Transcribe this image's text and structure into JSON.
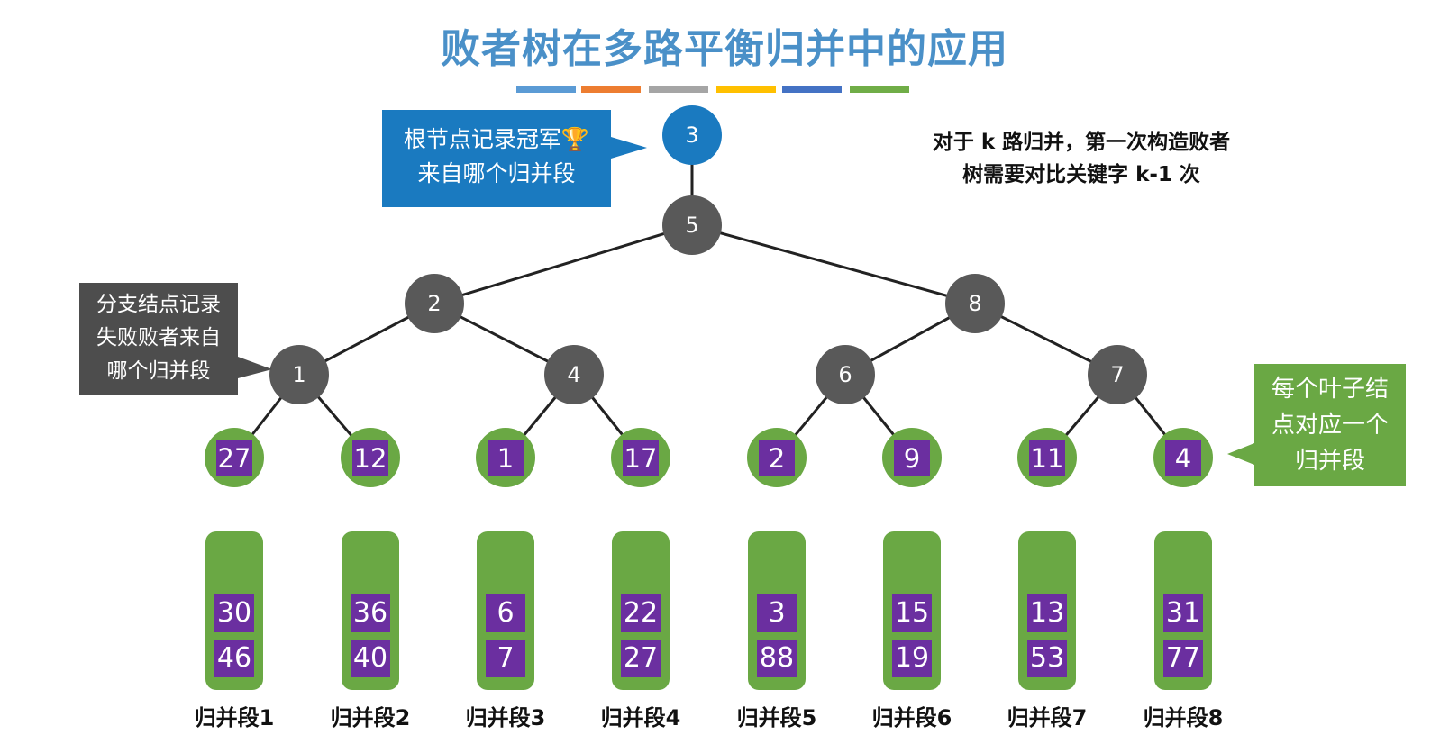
{
  "title": "败者树在多路平衡归并中的应用",
  "accent_bar_colors": [
    "#5b9bd5",
    "#ed7d31",
    "#a5a5a5",
    "#ffc000",
    "#4472c4",
    "#70ad47"
  ],
  "colors": {
    "root_node": "#1a7ac0",
    "branch_node": "#595959",
    "leaf_ring": "#6aa844",
    "leaf_fill": "#6b2fa0"
  },
  "callouts": {
    "root": [
      "根节点记录冠军🏆",
      "来自哪个归并段"
    ],
    "branch": [
      "分支结点记录",
      "失败败者来自",
      "哪个归并段"
    ],
    "leaf": [
      "每个叶子结",
      "点对应一个",
      "归并段"
    ]
  },
  "info": [
    "对于 k 路归并，第一次构造败者",
    "树需要对比关键字 k-1 次"
  ],
  "tree": {
    "root": "3",
    "top": "5",
    "level2": [
      "2",
      "8"
    ],
    "level3": [
      "1",
      "4",
      "6",
      "7"
    ],
    "leaves": [
      "27",
      "12",
      "1",
      "17",
      "2",
      "9",
      "11",
      "4"
    ]
  },
  "segments": [
    {
      "label": "归并段1",
      "values": [
        "30",
        "46"
      ]
    },
    {
      "label": "归并段2",
      "values": [
        "36",
        "40"
      ]
    },
    {
      "label": "归并段3",
      "values": [
        "6",
        "7"
      ]
    },
    {
      "label": "归并段4",
      "values": [
        "22",
        "27"
      ]
    },
    {
      "label": "归并段5",
      "values": [
        "3",
        "88"
      ]
    },
    {
      "label": "归并段6",
      "values": [
        "15",
        "19"
      ]
    },
    {
      "label": "归并段7",
      "values": [
        "13",
        "53"
      ]
    },
    {
      "label": "归并段8",
      "values": [
        "31",
        "77"
      ]
    }
  ]
}
